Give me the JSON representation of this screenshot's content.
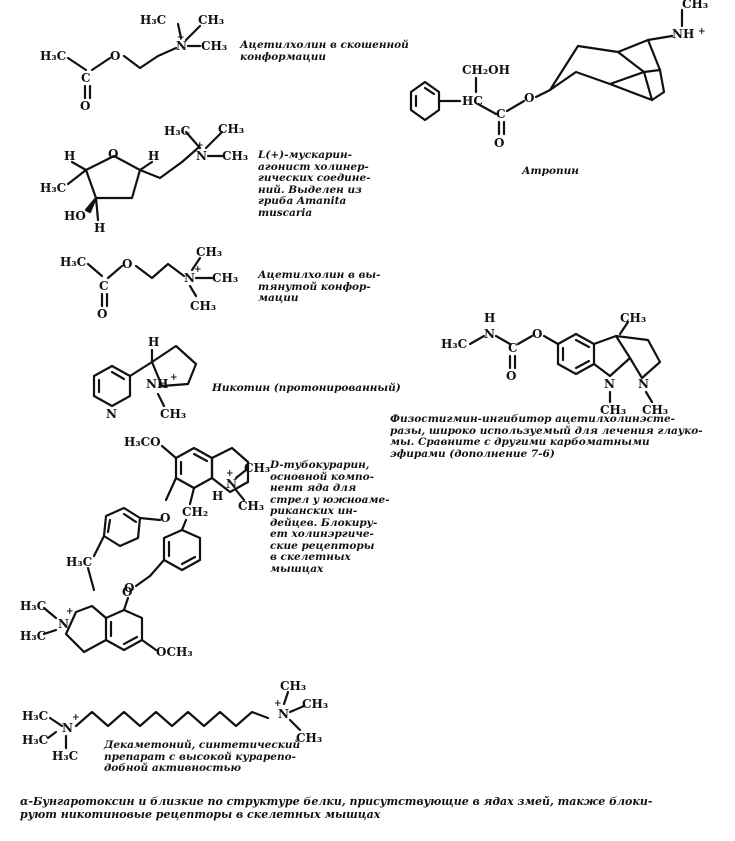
{
  "atoms": {
    "ch3": "CH₃",
    "h3c": "H₃C",
    "ch2": "CH₂",
    "ch2oh": "CH₂OH",
    "och3": "OCH₃",
    "h3co": "H₃CO",
    "nh": "NH",
    "o": "O",
    "n": "N",
    "h": "H",
    "ho": "HO",
    "hc": "HC",
    "c": "C",
    "plus": "+"
  },
  "captions": {
    "acetylcholine_skewed": "Ацетилхолин в скошенной\nконформации",
    "atropine": "Атропин",
    "muscarine": "L(+)-мускарин-\nагонист холинер-\nгических соедине-\nний. Выделен из\nгриба Amanita\nmuscaria",
    "acetylcholine_extended": "Ацетилхолин в вы-\nтянутой конфор-\nмации",
    "nicotine": "Никотин (протонированный)",
    "physostigmine": "Физостигмин-ингибитор ацетилхолинэсте-\nразы, широко используемый для лечения глауко-\nмы. Сравните с другими карбоматными\nэфирами (дополнение 7-6)",
    "tubocurarine": "D-тубокурарин,\nосновной компо-\nнент яда для\nстрел у южноаме-\nриканских ин-\nдейцев. Блокиру-\nет холинэргиче-\nские рецепторы\nв скелетных\nмышцах",
    "decamethonium": "Декаметоний, синтетический\nпрепарат с высокой курарепо-\nдобной активностью"
  },
  "footnote": "α-Бунгаротоксин и близкие по структуре белки, присутствующие в ядах змей, также блоки-\nруют никотиновые рецепторы в скелетных мышцах"
}
